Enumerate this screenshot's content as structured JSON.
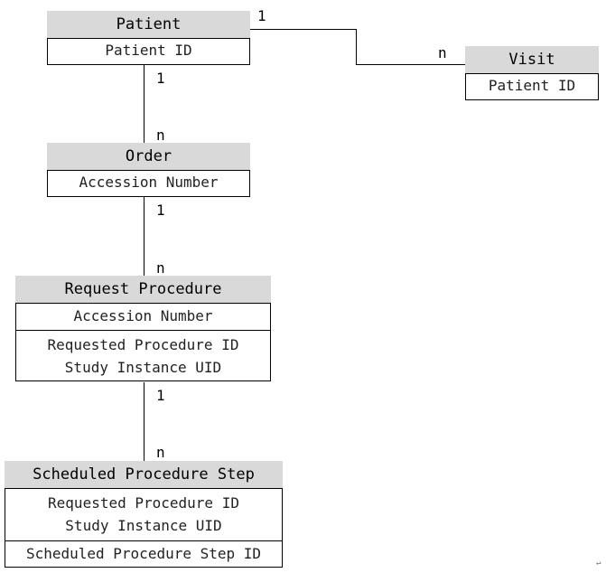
{
  "entities": {
    "patient": {
      "name": "Patient",
      "rows": [
        [
          "Patient ID"
        ]
      ]
    },
    "visit": {
      "name": "Visit",
      "rows": [
        [
          "Patient ID"
        ]
      ]
    },
    "order": {
      "name": "Order",
      "rows": [
        [
          "Accession Number"
        ]
      ]
    },
    "request_procedure": {
      "name": "Request Procedure",
      "rows": [
        [
          "Accession Number"
        ],
        [
          "Requested Procedure ID",
          "Study Instance UID"
        ]
      ]
    },
    "scheduled_procedure_step": {
      "name": "Scheduled Procedure Step",
      "rows": [
        [
          "Requested Procedure ID",
          "Study Instance UID"
        ],
        [
          "Scheduled Procedure Step ID"
        ]
      ]
    }
  },
  "relationships": [
    {
      "from": "Patient",
      "to": "Visit",
      "from_card": "1",
      "to_card": "n"
    },
    {
      "from": "Patient",
      "to": "Order",
      "from_card": "1",
      "to_card": "n"
    },
    {
      "from": "Order",
      "to": "Request Procedure",
      "from_card": "1",
      "to_card": "n"
    },
    {
      "from": "Request Procedure",
      "to": "Scheduled Procedure Step",
      "from_card": "1",
      "to_card": "n"
    }
  ],
  "colors": {
    "header_fill": "#d9d9d9",
    "border": "#000000"
  }
}
